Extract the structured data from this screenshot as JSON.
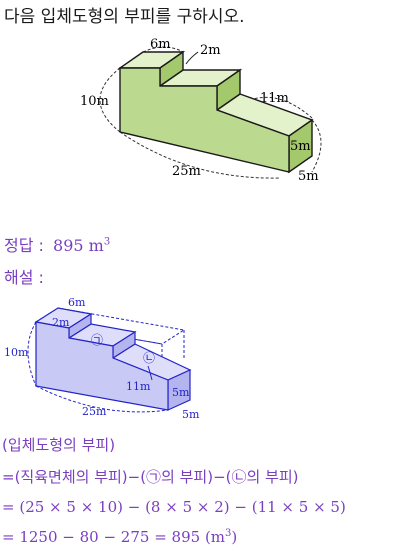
{
  "question": "다음 입체도형의 부피를 구하시오.",
  "figure1": {
    "labels": {
      "top_len": "6m",
      "step_len": "2m",
      "height": "10m",
      "right_len": "11m",
      "front_len": "25m",
      "right_h": "5m",
      "depth": "5m"
    },
    "colors": {
      "top": "#e4f2cc",
      "front": "#bcd990",
      "side": "#a4c86c"
    }
  },
  "answer": {
    "label": "정답 :",
    "value": "895 m",
    "exp": "3"
  },
  "explanation_label": "해설 :",
  "figure2": {
    "labels": {
      "top_len": "6m",
      "step_len": "2m",
      "height": "10m",
      "right_len": "11m",
      "front_len": "25m",
      "right_h": "5m",
      "depth": "5m",
      "marker1": "㉠",
      "marker2": "㉡"
    },
    "colors": {
      "fill": "#c9c9f5",
      "stroke": "#2424c8"
    }
  },
  "solution": {
    "line1": "(입체도형의 부피)",
    "line2": "=(직육면체의 부피)−(㉠의 부피)−(㉡의 부피)",
    "line3": "= (25 × 5 × 10) − (8 × 5 × 2) − (11 × 5 × 5)",
    "line4_main": "= 1250 − 80 − 275 = 895 (m",
    "line4_exp": "3",
    "line4_close": ")"
  }
}
